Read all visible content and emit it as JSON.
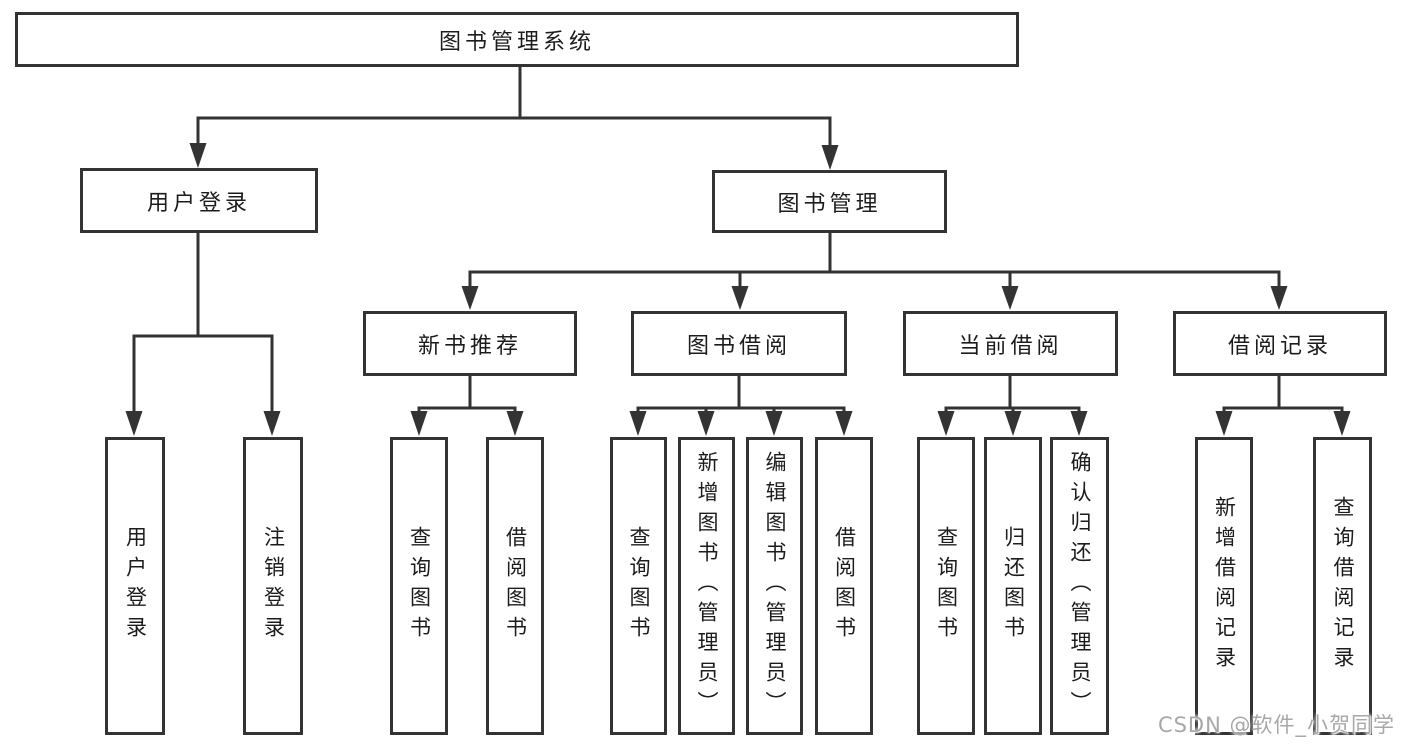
{
  "tree": {
    "label": "图书管理系统",
    "children": [
      {
        "label": "用户登录",
        "children": [
          {
            "label": "用户登录"
          },
          {
            "label": "注销登录"
          }
        ]
      },
      {
        "label": "图书管理",
        "children": [
          {
            "label": "新书推荐",
            "children": [
              {
                "label": "查询图书"
              },
              {
                "label": "借阅图书"
              }
            ]
          },
          {
            "label": "图书借阅",
            "children": [
              {
                "label": "查询图书"
              },
              {
                "label": "新增图书（管理员）"
              },
              {
                "label": "编辑图书（管理员）"
              },
              {
                "label": "借阅图书"
              }
            ]
          },
          {
            "label": "当前借阅",
            "children": [
              {
                "label": "查询图书"
              },
              {
                "label": "归还图书"
              },
              {
                "label": "确认归还（管理员）"
              }
            ]
          },
          {
            "label": "借阅记录",
            "children": [
              {
                "label": "新增借阅记录"
              },
              {
                "label": "查询借阅记录"
              }
            ]
          }
        ]
      }
    ]
  },
  "watermark": "CSDN @软件_小贺同学",
  "colors": {
    "line": "#333333",
    "box_border": "#333333",
    "box_fill": "#ffffff",
    "text": "#1c1c1c",
    "watermark": "#a8a8a8",
    "background": "#ffffff"
  }
}
